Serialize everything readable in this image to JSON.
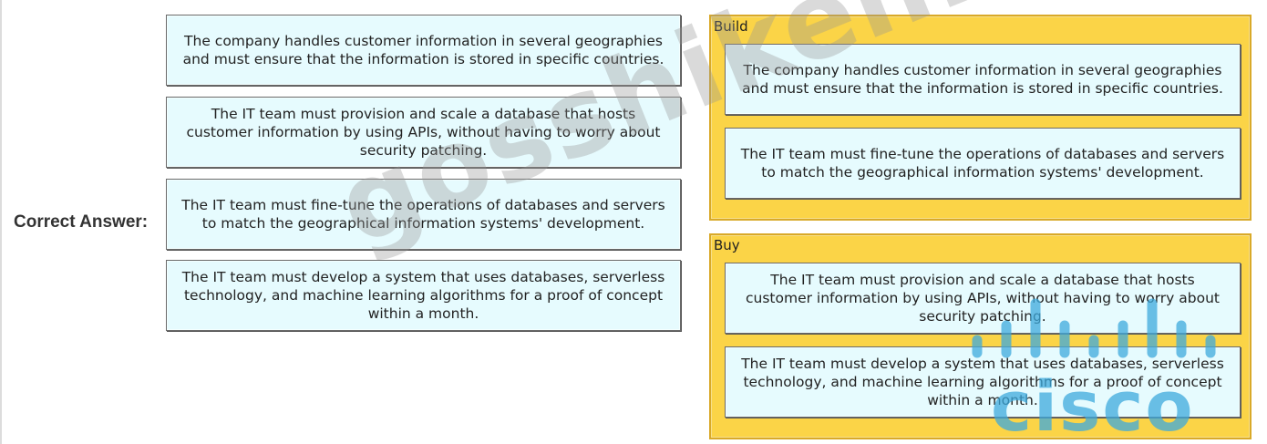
{
  "correct_answer_label": "Correct Answer:",
  "left_options": [
    {
      "text": "The company handles customer information in several geographies and must ensure that the information is stored in specific countries."
    },
    {
      "text": "The IT team must provision and scale a database that hosts customer information by using APIs, without having to worry about security patching."
    },
    {
      "text": "The IT team must fine-tune the operations of databases and servers to match the geographical information systems' development."
    },
    {
      "text": "The IT team must develop a system that uses databases, serverless technology, and machine learning algorithms for a proof of concept within a month."
    }
  ],
  "groups": [
    {
      "title": "Build",
      "items": [
        {
          "text": "The company handles customer information in several geographies and must ensure that the information is stored in specific countries."
        },
        {
          "text": "The IT team must fine-tune the operations of databases and servers to match the geographical information systems' development."
        }
      ]
    },
    {
      "title": "Buy",
      "items": [
        {
          "text": "The IT team must provision and scale a database that hosts customer information by using APIs, without having to worry about security patching."
        },
        {
          "text": "The IT team must develop a system that uses databases, serverless technology, and machine learning algorithms for a proof of concept within a month."
        }
      ]
    }
  ],
  "watermark": "gosshiken.com",
  "logo_text": "cisco",
  "colors": {
    "card_bg": "#e6fbfe",
    "group_bg": "#fbd447",
    "logo_blue": "#3daadc"
  }
}
